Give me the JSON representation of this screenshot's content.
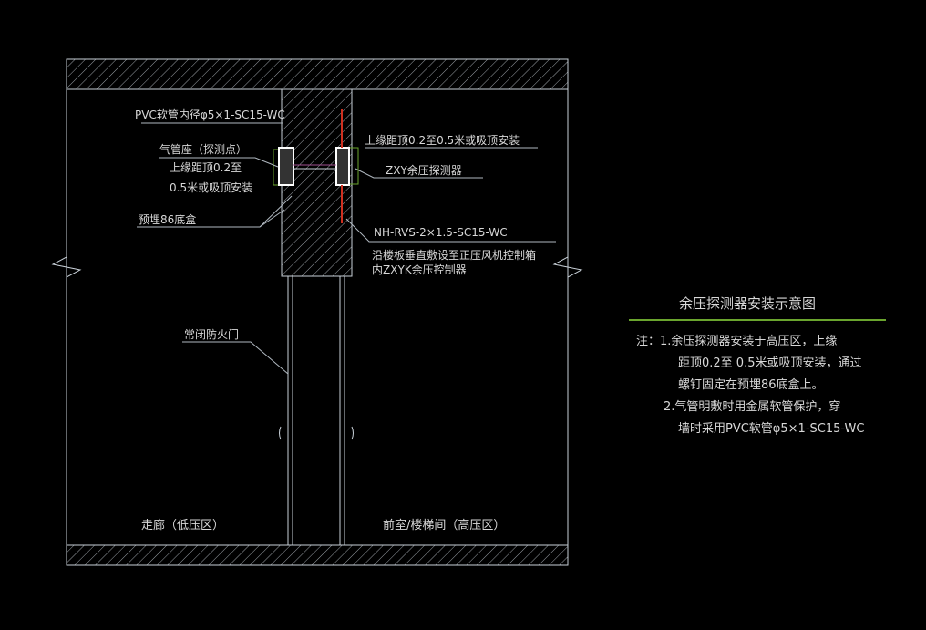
{
  "labels": {
    "pvc_pipe": "PVC软管内径φ5×1-SC15-WC",
    "air_pipe_seat": "气管座（探测点）",
    "air_pipe_seat_note1": "上缘距顶0.2至",
    "air_pipe_seat_note2": "0.5米或吸顶安装",
    "embedded_box": "预埋86底盒",
    "detector_mount": "上缘距顶0.2至0.5米或吸顶安装",
    "detector": "ZXY余压探测器",
    "cable": "NH-RVS-2×1.5-SC15-WC",
    "cable_route1": "沿楼板垂直敷设至正压风机控制箱",
    "cable_route2": "内ZXYK余压控制器",
    "fire_door": "常闭防火门",
    "corridor": "走廊（低压区）",
    "stair": "前室/楼梯间（高压区）"
  },
  "legend": {
    "title": "余压探测器安装示意图",
    "notes": [
      "注：1.余压探测器安装于高压区，上缘",
      "距顶0.2至 0.5米或吸顶安装，通过",
      "螺钉固定在预埋86底盒上。",
      "2.气管明敷时用金属软管保护，穿",
      "墙时采用PVC软管φ5×1-SC15-WC"
    ]
  },
  "colors": {
    "line": "#c8d0d8",
    "accent_green": "#6aa52e",
    "cable_red": "#d03020",
    "pipe_magenta": "#a05090"
  }
}
